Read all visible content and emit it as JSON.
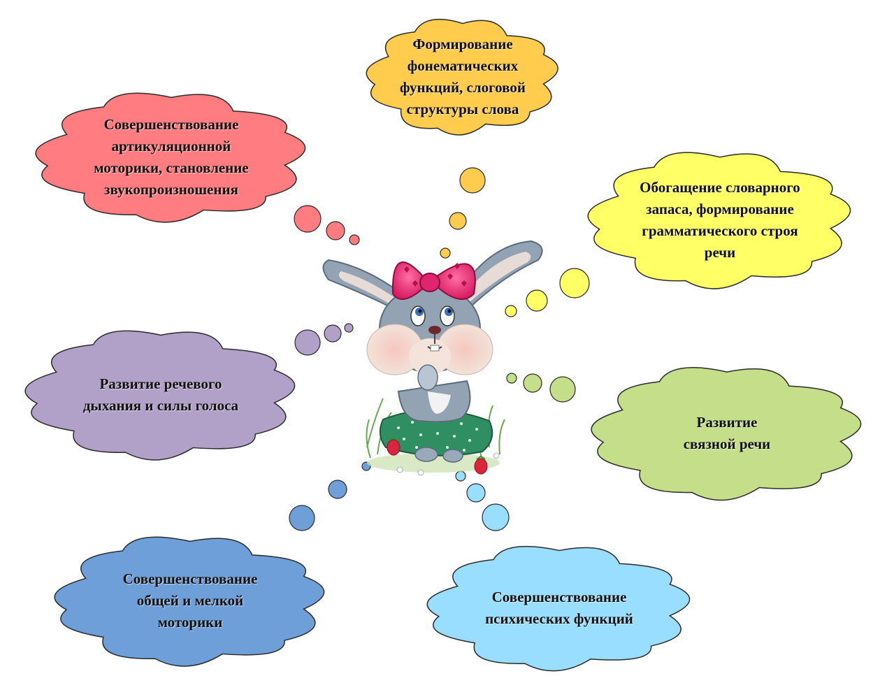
{
  "colors": {
    "red": "#FF7C80",
    "orange": "#FFCC4D",
    "yellow": "#FFFF66",
    "purple": "#B1A0C7",
    "green": "#C4DE8A",
    "blue": "#6F9FD8",
    "lightblue": "#99DDFF",
    "outline": "#2b2b2b"
  },
  "bubbles": [
    {
      "id": "articulation",
      "color": "red",
      "lines": [
        "Совершенствование",
        "артикуляционной",
        "моторики, становление",
        "звукопроизношения"
      ]
    },
    {
      "id": "phonematic",
      "color": "orange",
      "lines": [
        "Формирование",
        "фонематических",
        "функций, слоговой",
        "структуры слова"
      ]
    },
    {
      "id": "vocabulary",
      "color": "yellow",
      "lines": [
        "Обогащение словарного",
        "запаса, формирование",
        "грамматического строя",
        "речи"
      ]
    },
    {
      "id": "breathing",
      "color": "purple",
      "lines": [
        "Развитие речевого",
        "дыхания и силы голоса"
      ]
    },
    {
      "id": "coherent",
      "color": "green",
      "lines": [
        "Развитие",
        "связной речи"
      ]
    },
    {
      "id": "motor",
      "color": "blue",
      "lines": [
        "Совершенствование",
        "общей и мелкой",
        "моторики"
      ]
    },
    {
      "id": "mental",
      "color": "lightblue",
      "lines": [
        "Совершенствование",
        "психических функций"
      ]
    }
  ],
  "center_image": {
    "icon": "bunny-illustration"
  }
}
